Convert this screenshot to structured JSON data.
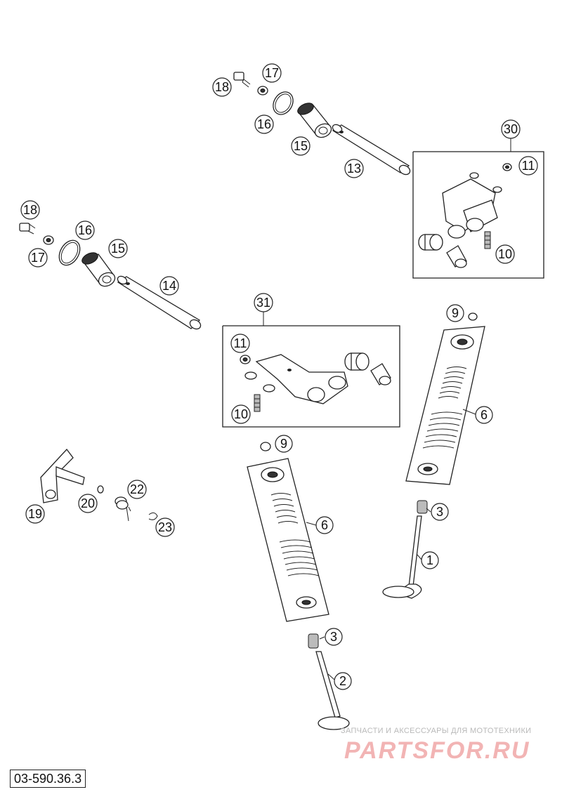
{
  "document_id": "03-590.36.3",
  "watermark": {
    "caption": "ЗАПЧАСТИ И АКСЕССУАРЫ ДЛЯ МОТОТЕХНИКИ",
    "logo": "PARTSFOR.RU"
  },
  "callouts": {
    "c1": "1",
    "c2": "2",
    "c3a": "3",
    "c3b": "3",
    "c6a": "6",
    "c6b": "6",
    "c9a": "9",
    "c9b": "9",
    "c10a": "10",
    "c10b": "10",
    "c11a": "11",
    "c11b": "11",
    "c13": "13",
    "c14": "14",
    "c15a": "15",
    "c15b": "15",
    "c16a": "16",
    "c16b": "16",
    "c17a": "17",
    "c17b": "17",
    "c18a": "18",
    "c18b": "18",
    "c19": "19",
    "c20": "20",
    "c22": "22",
    "c23": "23",
    "c30": "30",
    "c31": "31"
  }
}
